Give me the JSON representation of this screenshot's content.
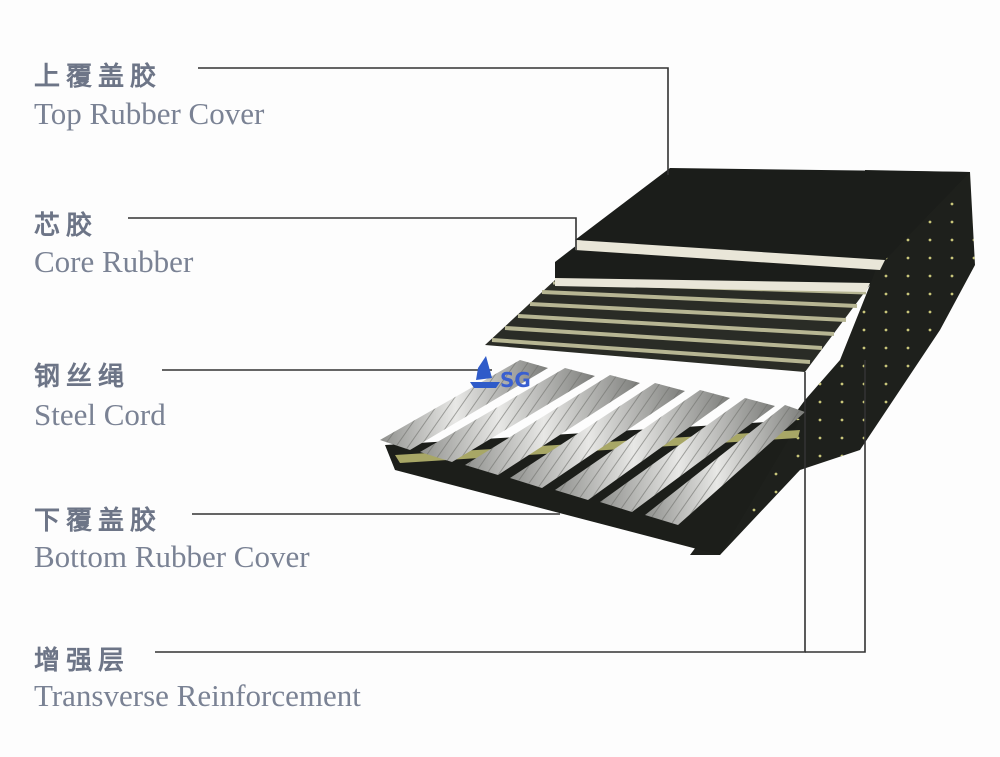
{
  "labels": [
    {
      "cn": "上覆盖胶",
      "en": "Top Rubber Cover"
    },
    {
      "cn": "芯胶",
      "en": "Core Rubber"
    },
    {
      "cn": "钢丝绳",
      "en": "Steel Cord"
    },
    {
      "cn": "下覆盖胶",
      "en": "Bottom Rubber Cover"
    },
    {
      "cn": "增强层",
      "en": "Transverse Reinforcement"
    }
  ],
  "watermark": {
    "text": "SG"
  },
  "colors": {
    "rubber": "#1b1d1a",
    "core": "#e9e6d8",
    "fabric": "#b7b693",
    "cord": "#c9c9c6",
    "leader": "#333333"
  }
}
